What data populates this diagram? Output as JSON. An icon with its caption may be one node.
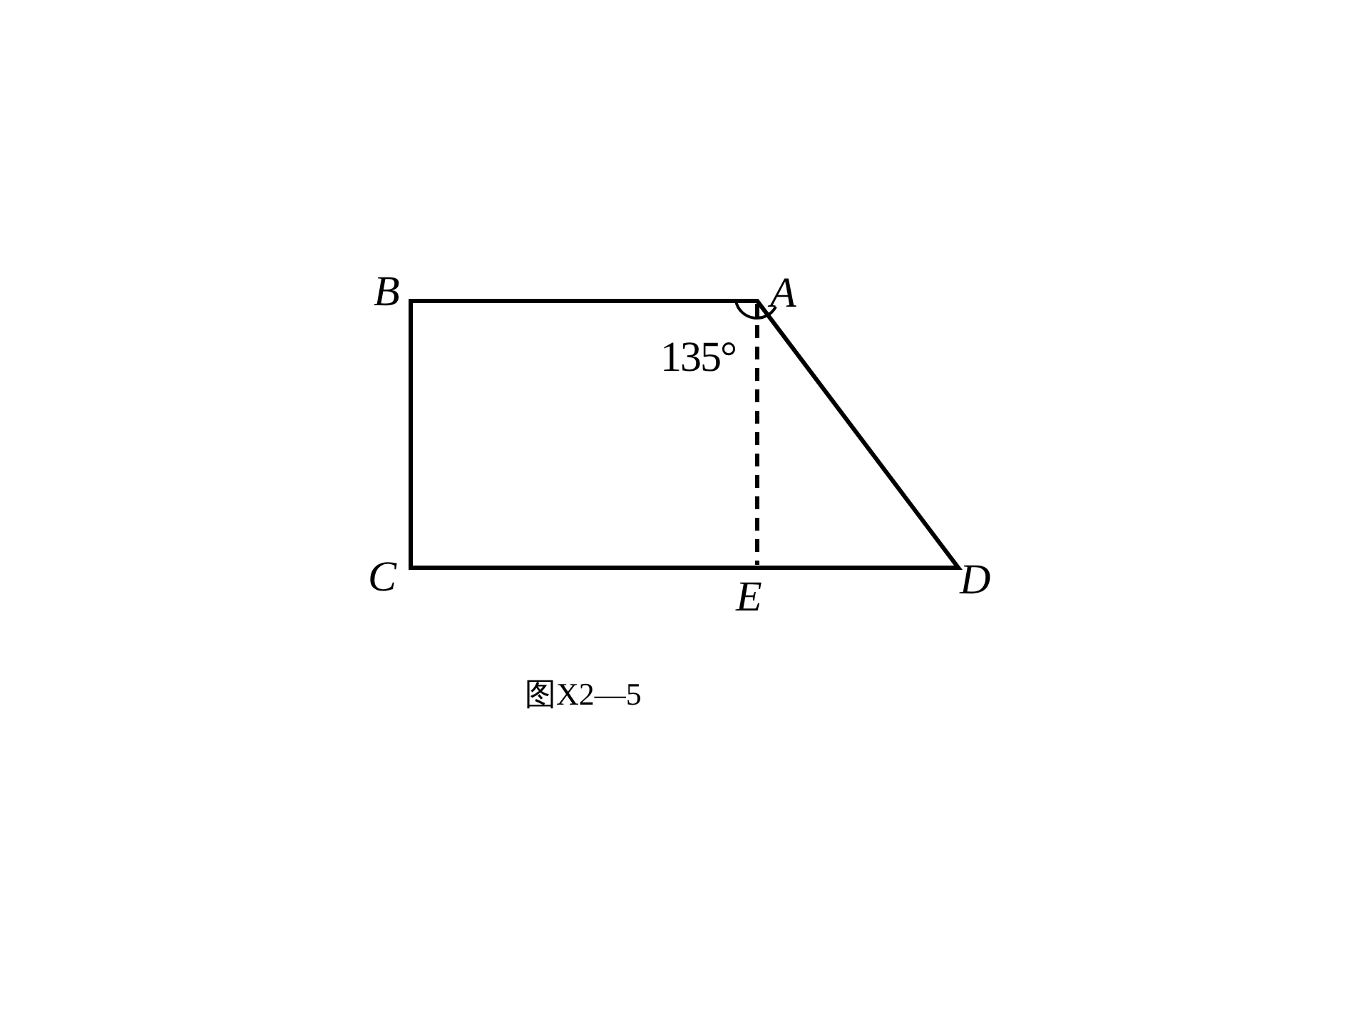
{
  "diagram": {
    "caption": "图X2—5",
    "labels": [
      "B",
      "A",
      "135°",
      "C",
      "E",
      "D"
    ]
  }
}
